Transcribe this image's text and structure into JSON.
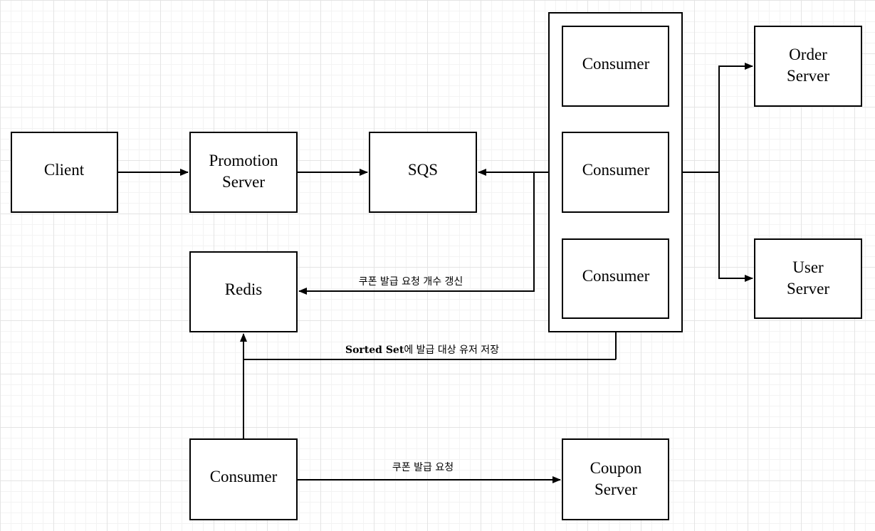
{
  "nodes": {
    "client": {
      "line1": "Client",
      "line2": ""
    },
    "promotion_server": {
      "line1": "Promotion",
      "line2": "Server"
    },
    "sqs": {
      "line1": "SQS",
      "line2": ""
    },
    "redis": {
      "line1": "Redis",
      "line2": ""
    },
    "consumer_group": {
      "consumers": [
        "Consumer",
        "Consumer",
        "Consumer"
      ]
    },
    "order_server": {
      "line1": "Order",
      "line2": "Server"
    },
    "user_server": {
      "line1": "User",
      "line2": "Server"
    },
    "consumer_bottom": {
      "line1": "Consumer",
      "line2": ""
    },
    "coupon_server": {
      "line1": "Coupon",
      "line2": "Server"
    }
  },
  "edges": {
    "update_count": "쿠폰 발급 요청 개수 갱신",
    "sorted_set_prefix": "Sorted Set",
    "sorted_set_suffix": "에 발급 대상 유저 저장",
    "coupon_request": "쿠폰 발급 요청"
  },
  "colors": {
    "stroke": "#000000",
    "fill": "#ffffff",
    "grid": "#e4e4e4"
  }
}
